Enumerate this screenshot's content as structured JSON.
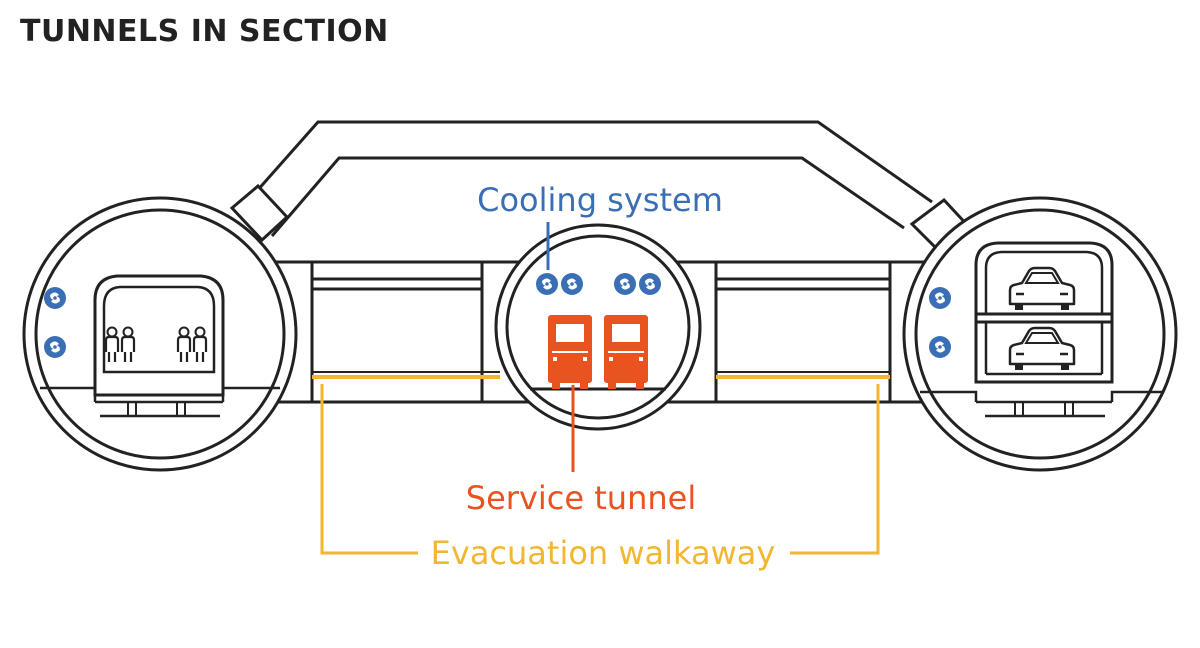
{
  "title": "TUNNELS IN SECTION",
  "labels": {
    "cooling": "Cooling system",
    "service": "Service tunnel",
    "evacuation": "Evacuation walkaway"
  },
  "colors": {
    "outline": "#222222",
    "cooling": "#3a6fb6",
    "service": "#e8531f",
    "evacuation": "#f2b631",
    "background": "#ffffff"
  },
  "icons": {
    "fan": "fan-icon",
    "passenger": "passenger-icon",
    "car": "car-icon",
    "service_vehicle": "service-vehicle-icon"
  }
}
